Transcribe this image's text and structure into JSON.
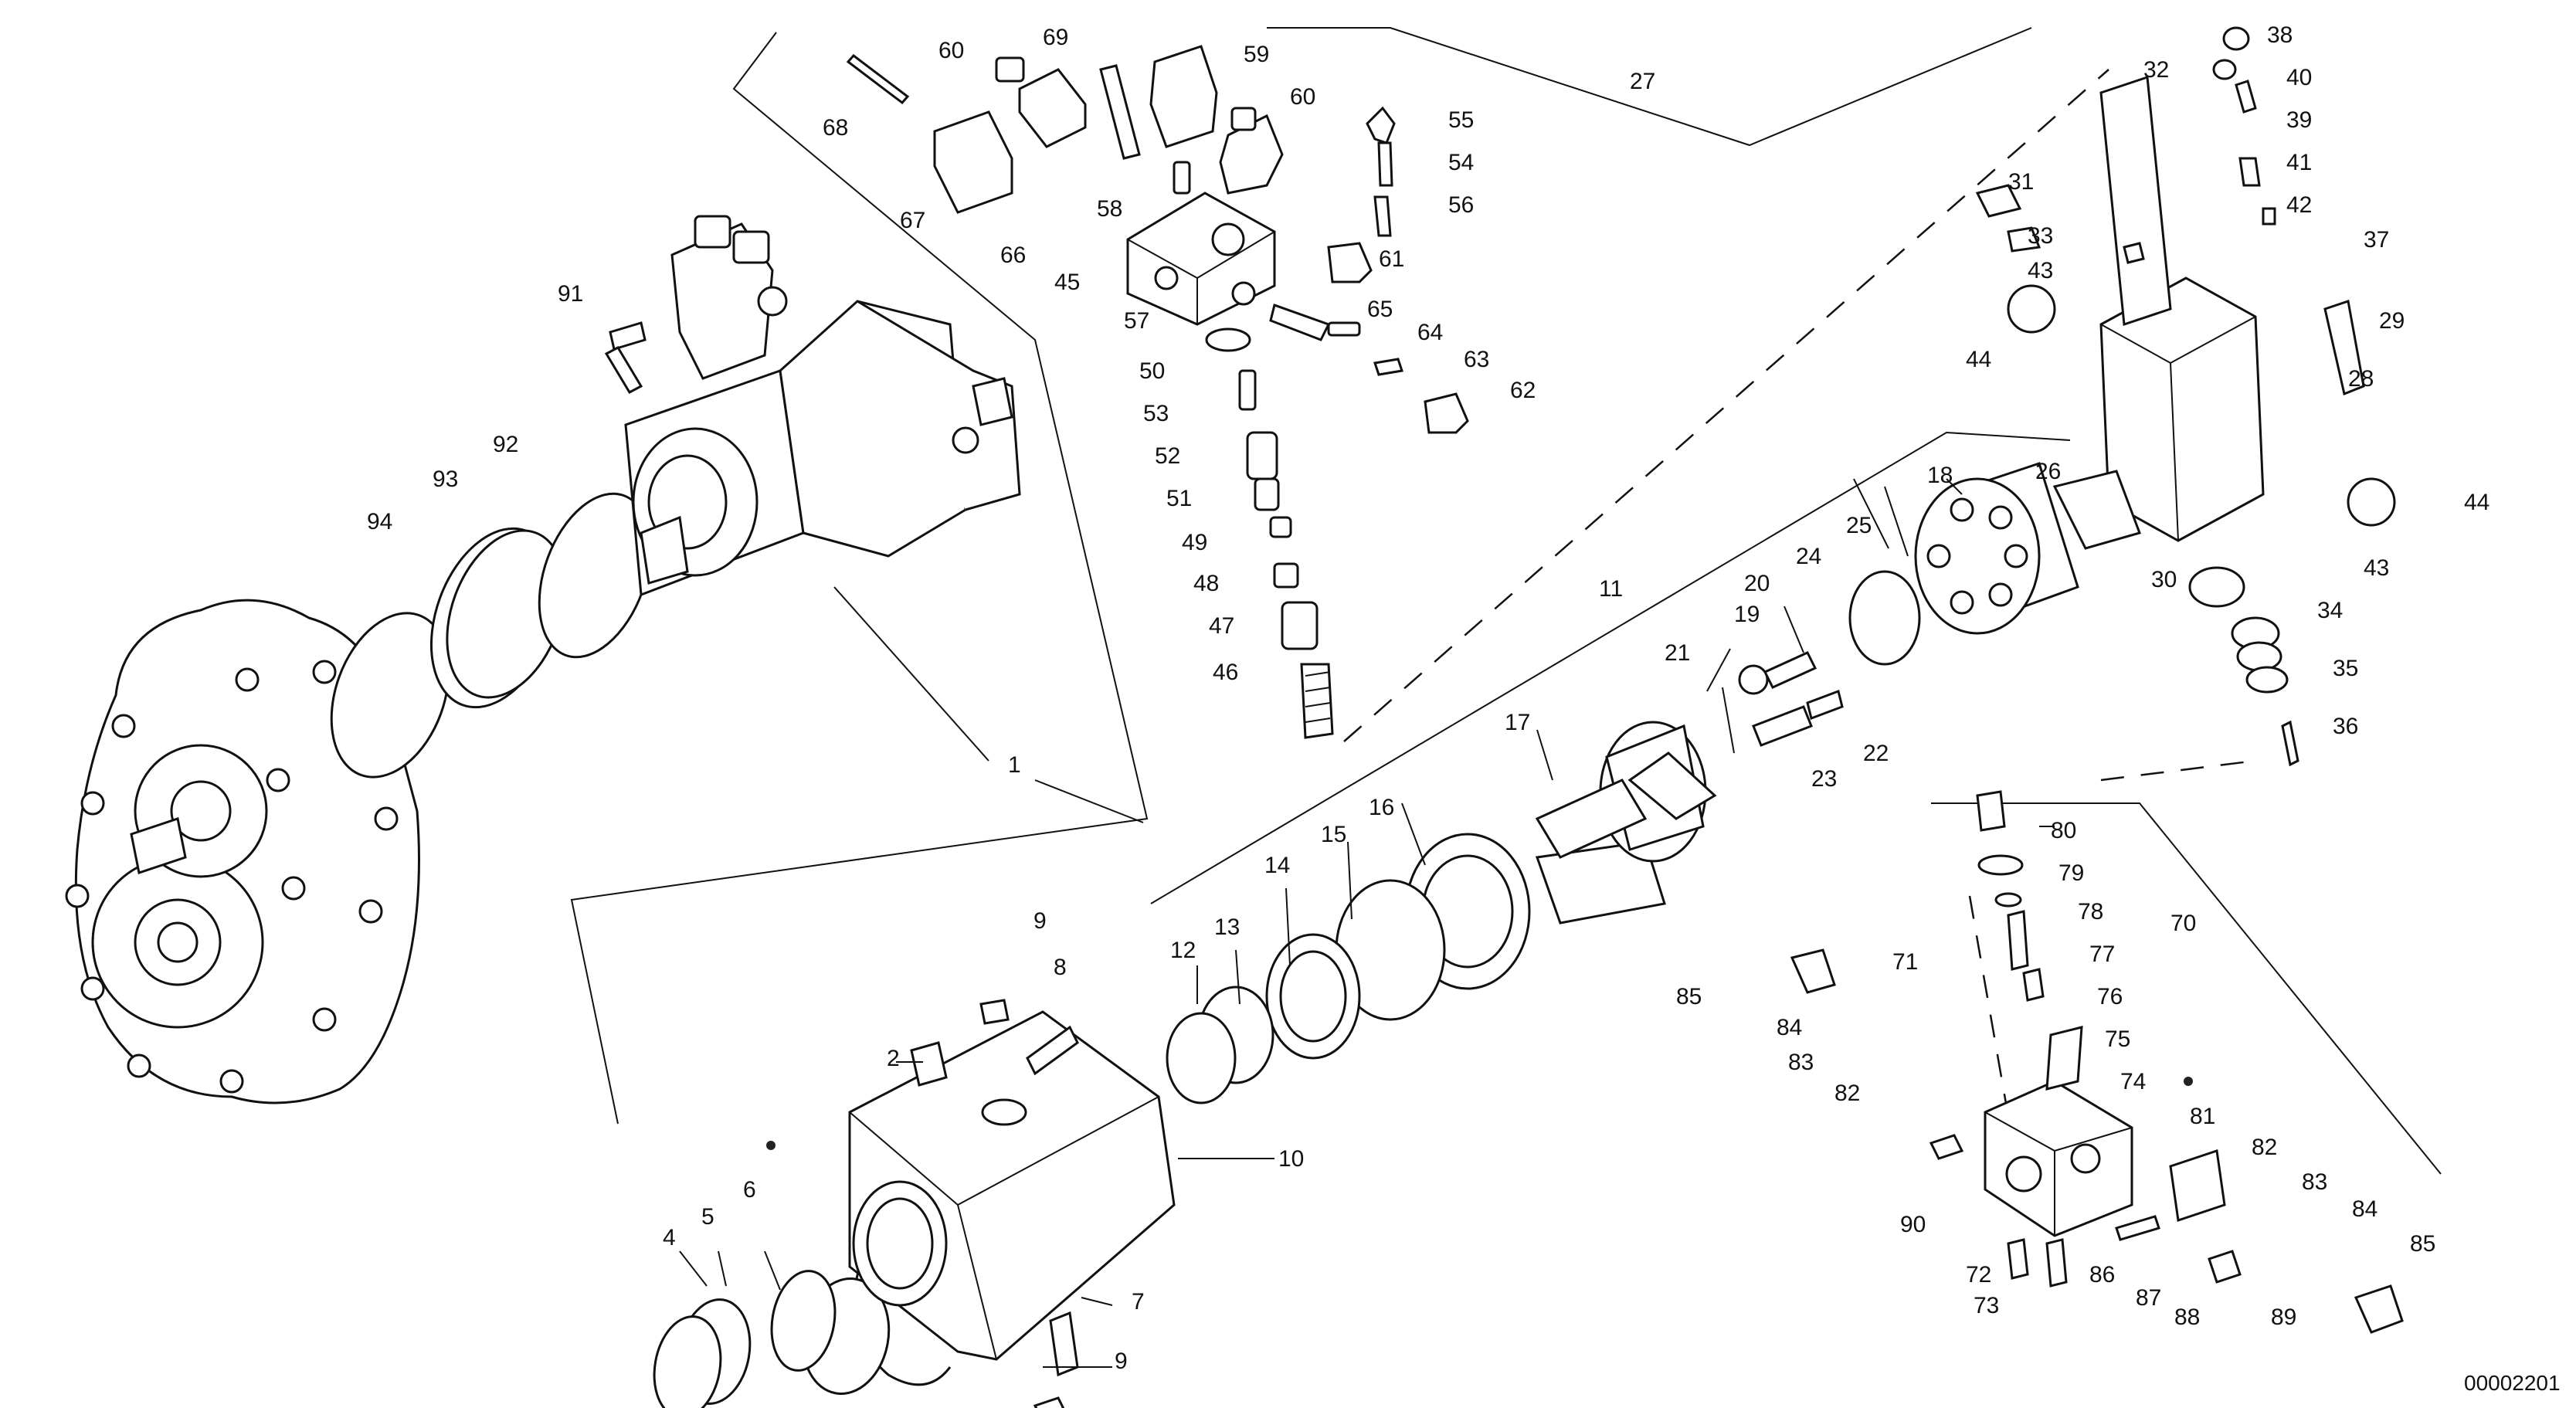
{
  "drawing": {
    "reference_number": "00002201",
    "labels": [
      {
        "key": "l1",
        "text": "1"
      },
      {
        "key": "l2",
        "text": "2"
      },
      {
        "key": "l4",
        "text": "4"
      },
      {
        "key": "l5",
        "text": "5"
      },
      {
        "key": "l6",
        "text": "6"
      },
      {
        "key": "l7",
        "text": "7"
      },
      {
        "key": "l8",
        "text": "8"
      },
      {
        "key": "l9a",
        "text": "9"
      },
      {
        "key": "l9b",
        "text": "9"
      },
      {
        "key": "l10",
        "text": "10"
      },
      {
        "key": "l11",
        "text": "11"
      },
      {
        "key": "l12",
        "text": "12"
      },
      {
        "key": "l13",
        "text": "13"
      },
      {
        "key": "l14",
        "text": "14"
      },
      {
        "key": "l15",
        "text": "15"
      },
      {
        "key": "l16",
        "text": "16"
      },
      {
        "key": "l17",
        "text": "17"
      },
      {
        "key": "l18",
        "text": "18"
      },
      {
        "key": "l19",
        "text": "19"
      },
      {
        "key": "l20",
        "text": "20"
      },
      {
        "key": "l21",
        "text": "21"
      },
      {
        "key": "l22",
        "text": "22"
      },
      {
        "key": "l23",
        "text": "23"
      },
      {
        "key": "l24",
        "text": "24"
      },
      {
        "key": "l25",
        "text": "25"
      },
      {
        "key": "l26",
        "text": "26"
      },
      {
        "key": "l27",
        "text": "27"
      },
      {
        "key": "l28",
        "text": "28"
      },
      {
        "key": "l29",
        "text": "29"
      },
      {
        "key": "l30",
        "text": "30"
      },
      {
        "key": "l31",
        "text": "31"
      },
      {
        "key": "l32",
        "text": "32"
      },
      {
        "key": "l33",
        "text": "33"
      },
      {
        "key": "l34",
        "text": "34"
      },
      {
        "key": "l35",
        "text": "35"
      },
      {
        "key": "l36",
        "text": "36"
      },
      {
        "key": "l37",
        "text": "37"
      },
      {
        "key": "l38",
        "text": "38"
      },
      {
        "key": "l39",
        "text": "39"
      },
      {
        "key": "l40",
        "text": "40"
      },
      {
        "key": "l41",
        "text": "41"
      },
      {
        "key": "l42",
        "text": "42"
      },
      {
        "key": "l43a",
        "text": "43"
      },
      {
        "key": "l43b",
        "text": "43"
      },
      {
        "key": "l44a",
        "text": "44"
      },
      {
        "key": "l44b",
        "text": "44"
      },
      {
        "key": "l45",
        "text": "45"
      },
      {
        "key": "l46",
        "text": "46"
      },
      {
        "key": "l47",
        "text": "47"
      },
      {
        "key": "l48",
        "text": "48"
      },
      {
        "key": "l49",
        "text": "49"
      },
      {
        "key": "l50",
        "text": "50"
      },
      {
        "key": "l51",
        "text": "51"
      },
      {
        "key": "l52",
        "text": "52"
      },
      {
        "key": "l53",
        "text": "53"
      },
      {
        "key": "l54",
        "text": "54"
      },
      {
        "key": "l55",
        "text": "55"
      },
      {
        "key": "l56",
        "text": "56"
      },
      {
        "key": "l57",
        "text": "57"
      },
      {
        "key": "l58",
        "text": "58"
      },
      {
        "key": "l59",
        "text": "59"
      },
      {
        "key": "l60a",
        "text": "60"
      },
      {
        "key": "l60b",
        "text": "60"
      },
      {
        "key": "l61",
        "text": "61"
      },
      {
        "key": "l62",
        "text": "62"
      },
      {
        "key": "l63",
        "text": "63"
      },
      {
        "key": "l64",
        "text": "64"
      },
      {
        "key": "l65",
        "text": "65"
      },
      {
        "key": "l66",
        "text": "66"
      },
      {
        "key": "l67",
        "text": "67"
      },
      {
        "key": "l68",
        "text": "68"
      },
      {
        "key": "l69",
        "text": "69"
      },
      {
        "key": "l70",
        "text": "70"
      },
      {
        "key": "l71",
        "text": "71"
      },
      {
        "key": "l72",
        "text": "72"
      },
      {
        "key": "l73",
        "text": "73"
      },
      {
        "key": "l74",
        "text": "74"
      },
      {
        "key": "l75",
        "text": "75"
      },
      {
        "key": "l76",
        "text": "76"
      },
      {
        "key": "l77",
        "text": "77"
      },
      {
        "key": "l78",
        "text": "78"
      },
      {
        "key": "l79",
        "text": "79"
      },
      {
        "key": "l80",
        "text": "80"
      },
      {
        "key": "l81",
        "text": "81"
      },
      {
        "key": "l82a",
        "text": "82"
      },
      {
        "key": "l82b",
        "text": "82"
      },
      {
        "key": "l83a",
        "text": "83"
      },
      {
        "key": "l83b",
        "text": "83"
      },
      {
        "key": "l84a",
        "text": "84"
      },
      {
        "key": "l84b",
        "text": "84"
      },
      {
        "key": "l85a",
        "text": "85"
      },
      {
        "key": "l85b",
        "text": "85"
      },
      {
        "key": "l86",
        "text": "86"
      },
      {
        "key": "l87",
        "text": "87"
      },
      {
        "key": "l88",
        "text": "88"
      },
      {
        "key": "l89",
        "text": "89"
      },
      {
        "key": "l90",
        "text": "90"
      },
      {
        "key": "l91",
        "text": "91"
      },
      {
        "key": "l92",
        "text": "92"
      },
      {
        "key": "l93",
        "text": "93"
      },
      {
        "key": "l94",
        "text": "94"
      }
    ]
  }
}
